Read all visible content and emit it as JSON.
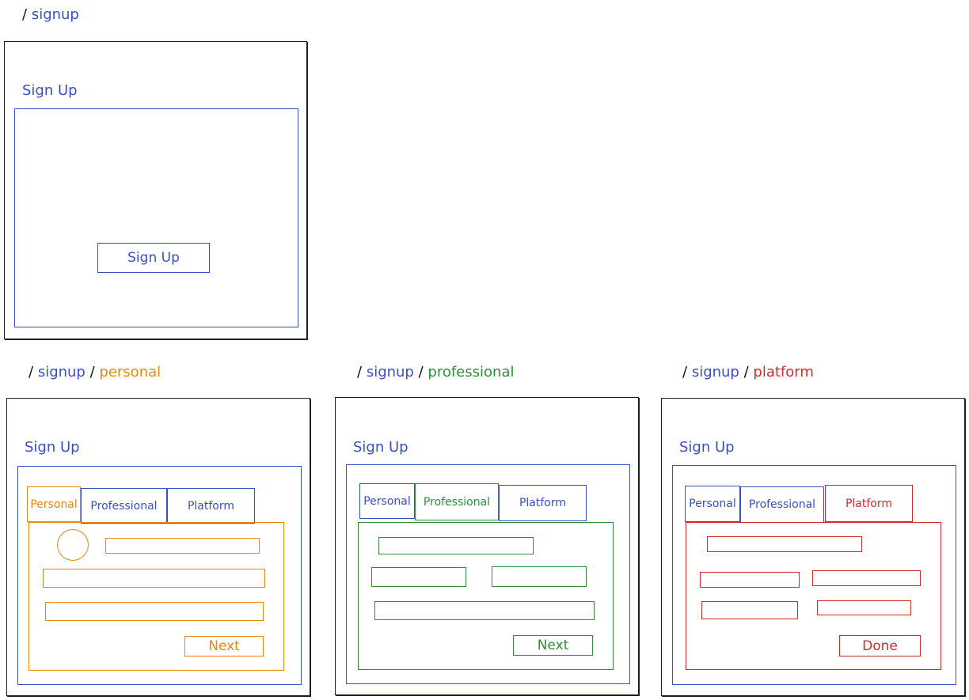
{
  "colors": {
    "default": "#3b4fc4",
    "personal": "#e8890c",
    "professional": "#2f8f3a",
    "platform": "#d42a2f",
    "frame": "#1e1e1e"
  },
  "screens": {
    "signup": {
      "route_slash": "/",
      "route_segment": "signup",
      "title": "Sign Up",
      "button": "Sign Up"
    },
    "personal": {
      "route_slash1": "/",
      "route_segment1": "signup",
      "route_slash2": "/",
      "route_segment2": "personal",
      "title": "Sign Up",
      "tabs": [
        "Personal",
        "Professional",
        "Platform"
      ],
      "button": "Next"
    },
    "professional": {
      "route_slash1": "/",
      "route_segment1": "signup",
      "route_slash2": "/",
      "route_segment2": "professional",
      "title": "Sign Up",
      "tabs": [
        "Personal",
        "Professional",
        "Platform"
      ],
      "button": "Next"
    },
    "platform": {
      "route_slash1": "/",
      "route_segment1": "signup",
      "route_slash2": "/",
      "route_segment2": "platform",
      "title": "Sign Up",
      "tabs": [
        "Personal",
        "Professional",
        "Platform"
      ],
      "button": "Done"
    }
  }
}
